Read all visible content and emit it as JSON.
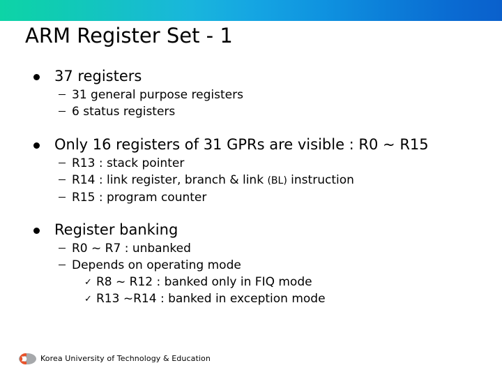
{
  "slide": {
    "title": "ARM Register Set - 1",
    "banner": {
      "gradient_from": "#0dd4a6",
      "gradient_mid": "#15a6e2",
      "gradient_to": "#0a60cc"
    },
    "bullets": [
      {
        "level1": "37 registers",
        "children": [
          {
            "level2": "31 general purpose registers"
          },
          {
            "level2": "6 status registers"
          }
        ]
      },
      {
        "level1": "Only 16 registers of 31 GPRs are visible : R0 ~ R15",
        "children": [
          {
            "level2": "R13 : stack pointer"
          },
          {
            "level2": "R14 : link register, branch & link ",
            "level2_small": "(BL)",
            "level2_tail": " instruction"
          },
          {
            "level2": "R15 : program counter"
          }
        ]
      },
      {
        "level1": "Register banking",
        "children": [
          {
            "level2": "R0 ~ R7 : unbanked"
          },
          {
            "level2": "Depends on operating mode",
            "children": [
              {
                "level3": "R8 ~ R12 : banked only in FIQ mode"
              },
              {
                "level3": "R13 ~R14 : banked in exception mode"
              }
            ]
          }
        ]
      }
    ],
    "bullet_glyphs": {
      "level1": "filled-circle",
      "level2": "en-dash",
      "level3": "check-mark"
    },
    "footer": {
      "organization": "Korea University of Technology & Education",
      "logo_colors": {
        "crescent": "#e8522a",
        "oval": "#a6a8ab"
      }
    }
  }
}
